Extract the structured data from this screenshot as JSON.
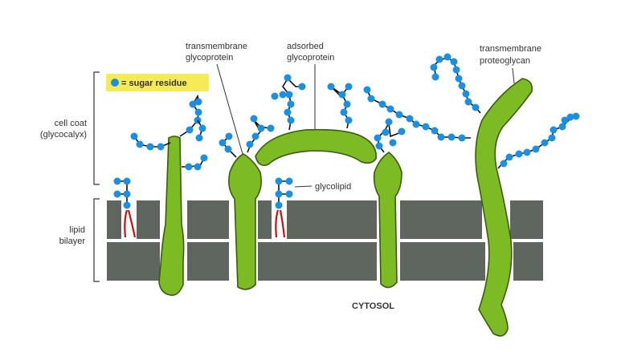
{
  "legend": {
    "label": "= sugar residue",
    "background": "#f7ea57",
    "sugar_color": "#1c8fe0"
  },
  "labels": {
    "cell_coat_line1": "cell coat",
    "cell_coat_line2": "(glycocalyx)",
    "lipid_bilayer_line1": "lipid",
    "lipid_bilayer_line2": "bilayer",
    "tm_glycoprotein_line1": "transmembrane",
    "tm_glycoprotein_line2": "glycoprotein",
    "adsorbed_glycoprotein_line1": "adsorbed",
    "adsorbed_glycoprotein_line2": "glycoprotein",
    "tm_proteoglycan_line1": "transmembrane",
    "tm_proteoglycan_line2": "proteoglycan",
    "glycolipid": "glycolipid",
    "cytosol": "CYTOSOL"
  },
  "colors": {
    "membrane": "#5f6660",
    "protein": "#7dbb25",
    "protein_outline": "#3c5a12",
    "lipid_tail": "#b81818",
    "sugar": "#1c8fe0"
  }
}
